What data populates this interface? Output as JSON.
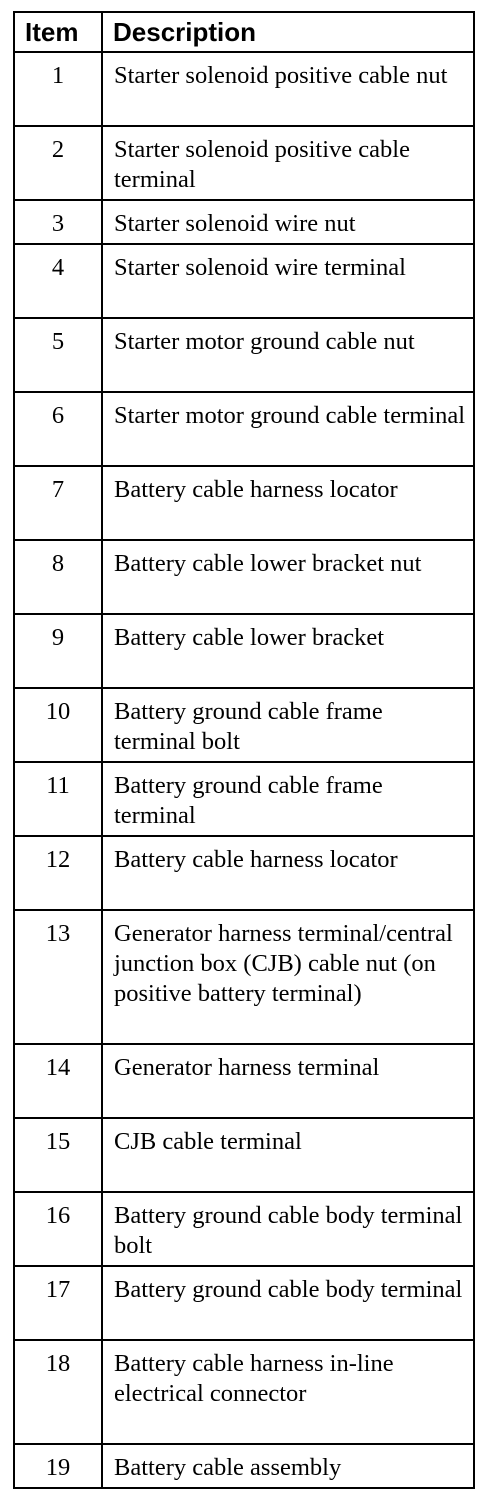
{
  "table": {
    "headers": {
      "item": "Item",
      "description": "Description"
    },
    "rows": [
      {
        "item": "1",
        "description": "Starter solenoid positive cable nut"
      },
      {
        "item": "2",
        "description": "Starter solenoid positive cable terminal"
      },
      {
        "item": "3",
        "description": "Starter solenoid wire nut"
      },
      {
        "item": "4",
        "description": "Starter solenoid wire terminal"
      },
      {
        "item": "5",
        "description": "Starter motor ground cable nut"
      },
      {
        "item": "6",
        "description": "Starter motor ground cable terminal"
      },
      {
        "item": "7",
        "description": "Battery cable harness locator"
      },
      {
        "item": "8",
        "description": "Battery cable lower bracket nut"
      },
      {
        "item": "9",
        "description": "Battery cable lower bracket"
      },
      {
        "item": "10",
        "description": "Battery ground cable frame terminal bolt"
      },
      {
        "item": "11",
        "description": "Battery ground cable frame terminal"
      },
      {
        "item": "12",
        "description": "Battery cable harness locator"
      },
      {
        "item": "13",
        "description": "Generator harness terminal/central junction box (CJB) cable nut (on positive battery terminal)"
      },
      {
        "item": "14",
        "description": "Generator harness terminal"
      },
      {
        "item": "15",
        "description": "CJB cable terminal"
      },
      {
        "item": "16",
        "description": "Battery ground cable body terminal bolt"
      },
      {
        "item": "17",
        "description": "Battery ground cable body terminal"
      },
      {
        "item": "18",
        "description": "Battery cable harness in-line electrical connector"
      },
      {
        "item": "19",
        "description": "Battery cable assembly"
      }
    ]
  }
}
